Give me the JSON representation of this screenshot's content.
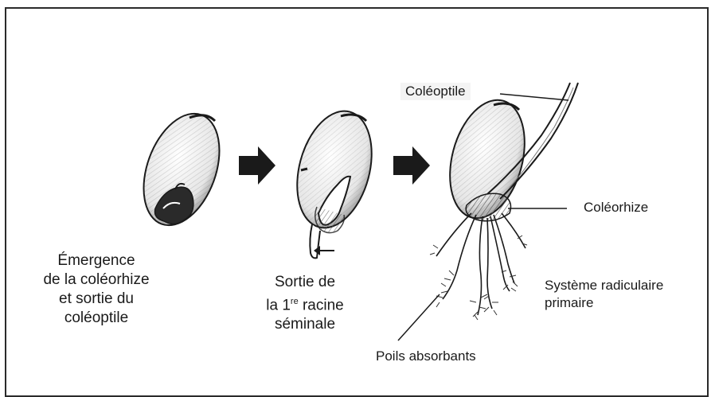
{
  "captions": {
    "stage1": [
      "Émergence",
      "de la coléorhize",
      "et sortie du",
      "coléoptile"
    ],
    "stage2": {
      "line1": "Sortie de",
      "line2_pre": "la 1",
      "line2_sup": "re",
      "line2_post": " racine",
      "line3": "séminale"
    }
  },
  "labels": {
    "coleoptile": "Coléoptile",
    "coleorhize": "Coléorhize",
    "systeme": [
      "Système radiculaire",
      "primaire"
    ],
    "poils": "Poils absorbants"
  },
  "colors": {
    "ink": "#1a1a1a",
    "shade": "#555555",
    "paper": "#ffffff"
  }
}
